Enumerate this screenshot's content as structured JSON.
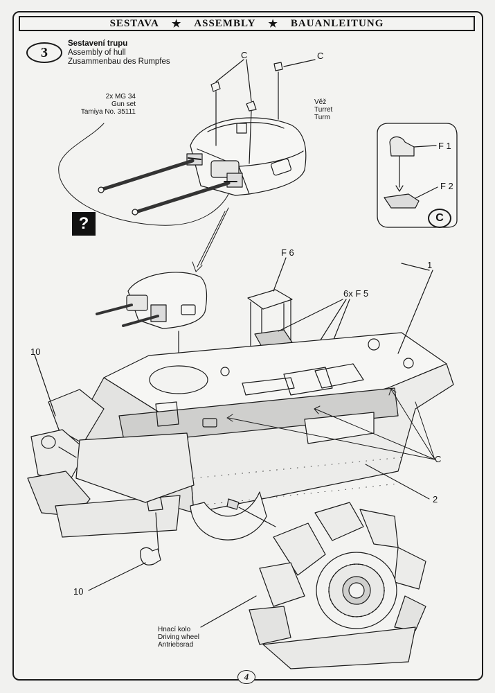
{
  "header": {
    "part1": "SESTAVA",
    "star": "★",
    "part2": "ASSEMBLY",
    "part3": "BAUANLEITUNG"
  },
  "step": {
    "number": "3",
    "title_cz": "Sestavení trupu",
    "title_en": "Assembly of hull",
    "title_de": "Zusammenbau des Rumpfes"
  },
  "gun_set": {
    "line1": "2x MG 34",
    "line2": "Gun set",
    "line3": "Tamiya No. 35111",
    "question_mark": "?"
  },
  "turret": {
    "cz": "Věž",
    "en": "Turret",
    "de": "Turm"
  },
  "detail_c": {
    "f1": "F 1",
    "f2": "F 2",
    "badge": "C"
  },
  "parts": {
    "c": "C",
    "f6": "F 6",
    "f5": "6x F 5",
    "p1": "1",
    "p2": "2",
    "p10": "10"
  },
  "driving_wheel": {
    "cz": "Hnací kolo",
    "en": "Driving wheel",
    "de": "Antriebsrad"
  },
  "page_number": "4"
}
